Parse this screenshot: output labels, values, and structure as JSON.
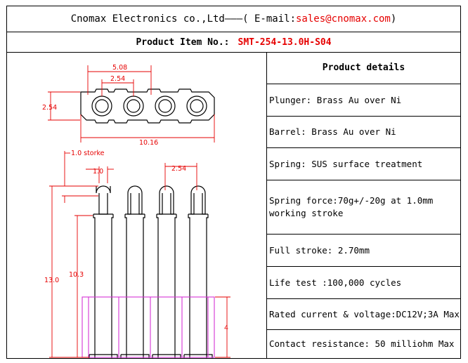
{
  "header": {
    "company": "Cnomax Electronics co.,Ltd———( E-mail: ",
    "email": "sales@cnomax.com",
    "close": ")"
  },
  "item": {
    "label": "Product Item No.:",
    "value": "SMT-254-13.0H-S04"
  },
  "drawing": {
    "dim_pitch_double": "5.08",
    "dim_pitch_single": "2.54",
    "dim_height": "2.54",
    "dim_length": "10.16",
    "stroke_label": "1.0 storke",
    "dim_tip": "1.0",
    "dim_pitch_side": "2.54",
    "dim_total_height": "13.0",
    "dim_body_height": "10.3",
    "dim_base_height": "4",
    "colors": {
      "dimension": "#e60000",
      "insulator": "#d633d6",
      "outline": "#000000"
    }
  },
  "details": {
    "title": "Product details",
    "rows": [
      "Plunger: Brass Au over Ni",
      "Barrel: Brass Au over Ni",
      "Spring: SUS surface treatment",
      "Spring force:70g+/-20g at 1.0mm working stroke",
      "Full stroke: 2.70mm",
      "Life test :100,000 cycles",
      "Rated current & voltage:DC12V;3A Max",
      "Contact resistance: 50 milliohm Max"
    ]
  }
}
